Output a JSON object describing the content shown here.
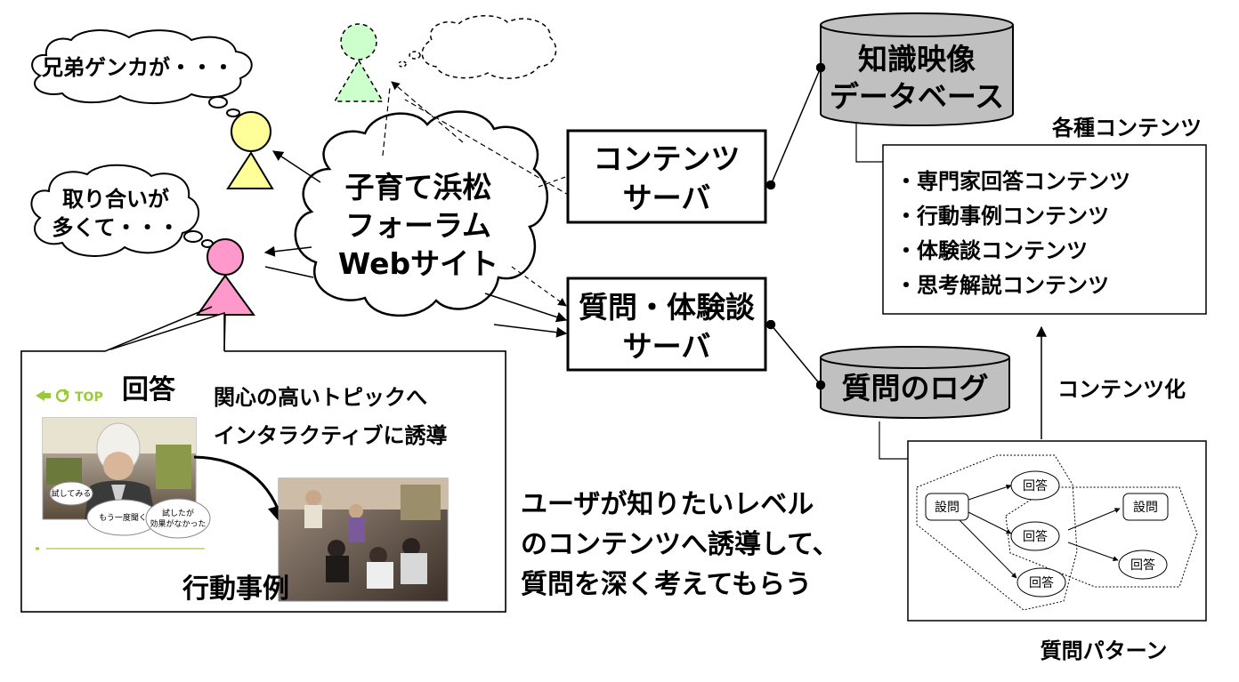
{
  "bubbles": {
    "sibling_fight": "兄弟ゲンカが・・・",
    "grabbing_line1": "取り合いが",
    "grabbing_line2": "多くて・・・"
  },
  "website_cloud": {
    "line1": "子育て浜松",
    "line2": "フォーラム",
    "line3": "Webサイト"
  },
  "content_server": {
    "line1": "コンテンツ",
    "line2": "サーバ"
  },
  "question_server": {
    "line1": "質問・体験談",
    "line2": "サーバ"
  },
  "knowledge_db": {
    "line1": "知識映像",
    "line2": "データベース"
  },
  "question_log_db": {
    "label": "質問のログ"
  },
  "contents_box": {
    "title": "各種コンテンツ",
    "items": [
      "・専門家回答コンテンツ",
      "・行動事例コンテンツ",
      "・体験談コンテンツ",
      "・思考解説コンテンツ"
    ]
  },
  "contentize_label": "コンテンツ化",
  "screen_panel": {
    "answer_label": "回答",
    "guide_line1": "関心の高いトピックへ",
    "guide_line2": "インタラクティブに誘導",
    "example_label": "行動事例",
    "option_ask_again": "もう一度聞く",
    "option_tried_line1": "試したが",
    "option_tried_line2": "効果がなかった",
    "option_small": "試してみる",
    "nav_top": "TOP"
  },
  "caption": {
    "line1": "ユーザが知りたいレベル",
    "line2": "のコンテンツへ誘導して、",
    "line3": "質問を深く考えてもらう"
  },
  "pattern_box": {
    "title": "質問パターン",
    "nodes": {
      "q1": "設問",
      "a1": "回答",
      "a2": "回答",
      "a3": "回答",
      "q2": "設問",
      "a4": "回答"
    }
  },
  "colors": {
    "person_yellow": "#ffff99",
    "person_pink": "#ff99cc",
    "person_green": "#ccffcc",
    "db_gray": "#c0c0c0",
    "nav_green": "#99cc33"
  }
}
